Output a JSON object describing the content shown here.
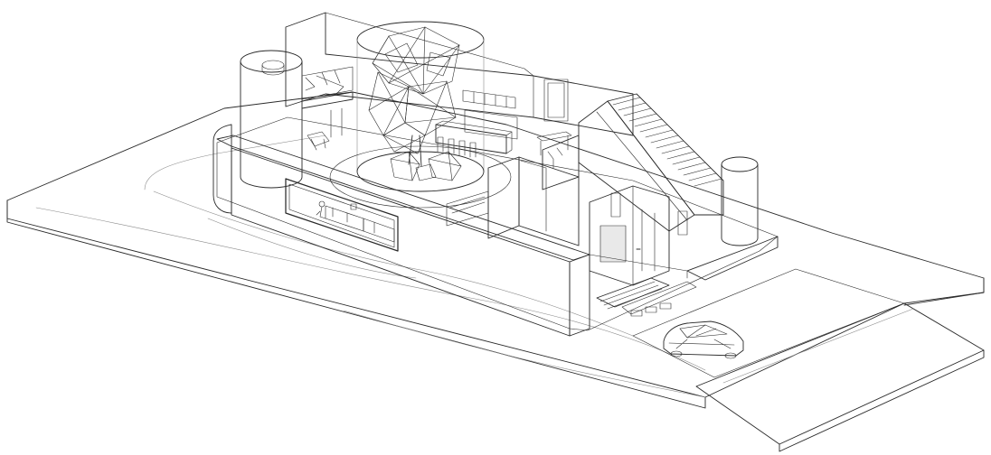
{
  "drawing": {
    "view": "isometric-section",
    "style": "monochrome-line-drawing",
    "colors": {
      "stroke": "#2a2a2a",
      "light_stroke": "#8a8a8a",
      "background": "#ffffff",
      "glass": "#e9e9e9"
    },
    "elements": [
      "site-plinth",
      "driveway-ramp",
      "house-perimeter-wall",
      "cylindrical-tower-left",
      "cylindrical-tower-right",
      "polyhedral-tree-sculpture",
      "circular-skylight",
      "circular-planter",
      "kitchen-counter",
      "bar-stools",
      "staircase",
      "window-opening",
      "sofa-lounge",
      "interior-partitions",
      "entry-steps",
      "parked-car",
      "bedroom-upper-level"
    ]
  }
}
